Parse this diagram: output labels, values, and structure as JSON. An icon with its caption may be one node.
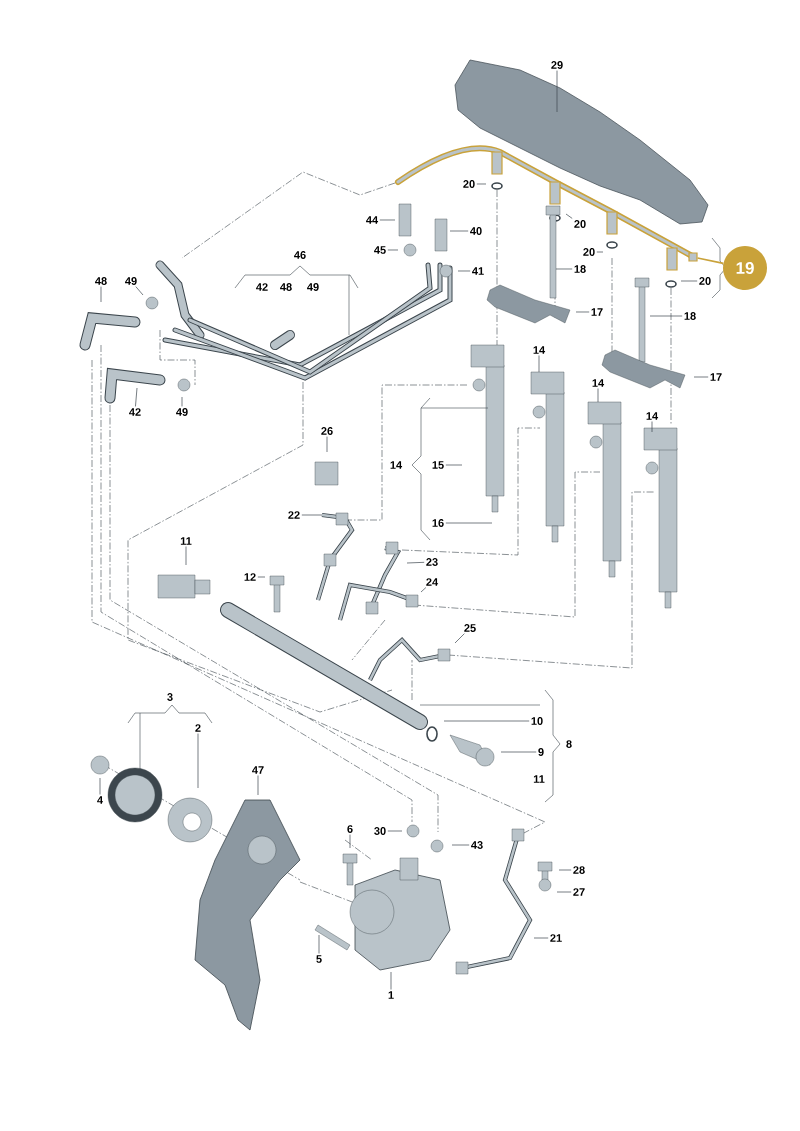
{
  "diagram": {
    "nodes": [
      {
        "text": [
          "29"
        ]
      },
      {
        "text": [
          "20"
        ]
      },
      {
        "text": [
          "44"
        ]
      },
      {
        "text": [
          "40"
        ]
      },
      {
        "text": [
          "20"
        ]
      },
      {
        "text": [
          "45"
        ]
      },
      {
        "text": [
          "20"
        ]
      },
      {
        "text": [
          "18"
        ]
      },
      {
        "text": [
          "41"
        ]
      },
      {
        "text": [
          "19"
        ]
      },
      {
        "text": [
          "20"
        ]
      },
      {
        "text": [
          "48"
        ]
      },
      {
        "text": [
          "49"
        ]
      },
      {
        "text": [
          "17"
        ]
      },
      {
        "text": [
          "18"
        ]
      },
      {
        "text": [
          "14"
        ]
      },
      {
        "text": [
          "17"
        ]
      },
      {
        "text": [
          "14"
        ]
      },
      {
        "text": [
          "14"
        ]
      },
      {
        "text": [
          "42"
        ]
      },
      {
        "text": [
          "49"
        ]
      },
      {
        "text": [
          "26"
        ]
      },
      {
        "text": [
          "15"
        ]
      },
      {
        "text": [
          "22"
        ]
      },
      {
        "text": [
          "16"
        ]
      },
      {
        "text": [
          "11"
        ]
      },
      {
        "text": [
          "23"
        ]
      },
      {
        "text": [
          "12"
        ]
      },
      {
        "text": [
          "24"
        ]
      },
      {
        "text": [
          "25"
        ]
      },
      {
        "text": [
          "10"
        ]
      },
      {
        "text": [
          "9"
        ]
      },
      {
        "text": [
          "2"
        ]
      },
      {
        "text": [
          "4"
        ]
      },
      {
        "text": [
          "47"
        ]
      },
      {
        "text": [
          "6"
        ]
      },
      {
        "text": [
          "30"
        ]
      },
      {
        "text": [
          "43"
        ]
      },
      {
        "text": [
          "28"
        ]
      },
      {
        "text": [
          "27"
        ]
      },
      {
        "text": [
          "21"
        ]
      },
      {
        "text": [
          "5"
        ]
      },
      {
        "text": [
          "1"
        ]
      },
      {
        "text": [],
        "shape": "box"
      }
    ],
    "edges": [
      {
        "from": 0,
        "to": null,
        "arrow": "none"
      },
      {
        "from": 1,
        "to": null,
        "arrow": "none"
      },
      {
        "from": 2,
        "to": null,
        "arrow": "none"
      },
      {
        "from": 3,
        "to": null,
        "arrow": "none"
      },
      {
        "from": 4,
        "to": null,
        "arrow": "none"
      },
      {
        "from": 5,
        "to": null,
        "arrow": "none"
      },
      {
        "from": 6,
        "to": null,
        "arrow": "none"
      },
      {
        "from": 7,
        "to": null,
        "arrow": "none"
      },
      {
        "from": 8,
        "to": null,
        "arrow": "none"
      },
      {
        "from": 9,
        "to": 43,
        "arrow": "none",
        "color": "#c9a23a"
      },
      {
        "from": 10,
        "to": null,
        "arrow": "none"
      },
      {
        "from": 11,
        "to": null,
        "arrow": "none"
      },
      {
        "from": 12,
        "to": null,
        "arrow": "none"
      },
      {
        "from": 13,
        "to": null,
        "arrow": "none"
      },
      {
        "from": 14,
        "to": null,
        "arrow": "none"
      },
      {
        "from": 15,
        "to": null,
        "arrow": "none"
      },
      {
        "from": 16,
        "to": null,
        "arrow": "none"
      },
      {
        "from": 17,
        "to": null,
        "arrow": "none"
      },
      {
        "from": 18,
        "to": null,
        "arrow": "none"
      },
      {
        "from": 19,
        "to": null,
        "arrow": "none"
      },
      {
        "from": 20,
        "to": null,
        "arrow": "none"
      },
      {
        "from": 21,
        "to": null,
        "arrow": "none"
      },
      {
        "from": 22,
        "to": null,
        "arrow": "none"
      },
      {
        "from": 23,
        "to": null,
        "arrow": "none"
      },
      {
        "from": 24,
        "to": null,
        "arrow": "none"
      },
      {
        "from": 25,
        "to": null,
        "arrow": "none"
      },
      {
        "from": 26,
        "to": null,
        "arrow": "none"
      },
      {
        "from": 27,
        "to": null,
        "arrow": "none"
      },
      {
        "from": 28,
        "to": null,
        "arrow": "none"
      },
      {
        "from": 29,
        "to": null,
        "arrow": "none"
      },
      {
        "from": 30,
        "to": null,
        "arrow": "none"
      },
      {
        "from": 31,
        "to": null,
        "arrow": "none"
      },
      {
        "from": 32,
        "to": null,
        "arrow": "none"
      },
      {
        "from": 33,
        "to": null,
        "arrow": "none"
      },
      {
        "from": 34,
        "to": null,
        "arrow": "none"
      },
      {
        "from": 35,
        "to": null,
        "arrow": "none"
      },
      {
        "from": 36,
        "to": null,
        "arrow": "none"
      },
      {
        "from": 37,
        "to": null,
        "arrow": "none"
      },
      {
        "from": 38,
        "to": null,
        "arrow": "none"
      },
      {
        "from": 39,
        "to": null,
        "arrow": "none"
      },
      {
        "from": 40,
        "to": null,
        "arrow": "none"
      },
      {
        "from": 41,
        "to": null,
        "arrow": "none"
      },
      {
        "from": 42,
        "to": null,
        "arrow": "none"
      }
    ],
    "labels": [
      "46",
      "42",
      "48",
      "49",
      "14",
      "3",
      "8",
      "11"
    ]
  }
}
